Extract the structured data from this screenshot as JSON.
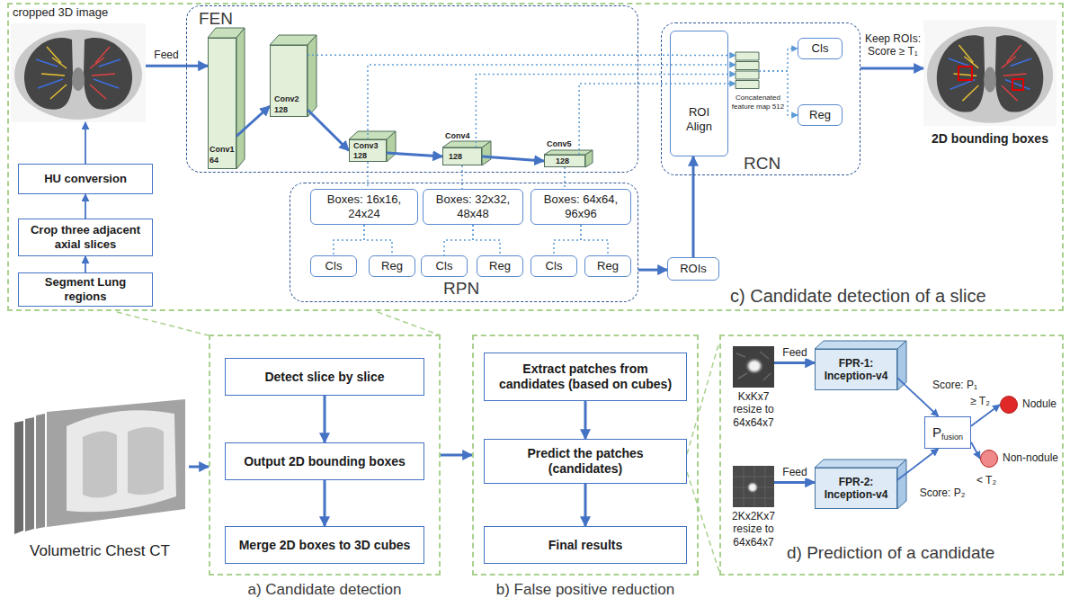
{
  "diagram": {
    "nodes": [
      {
        "text": [
          "c) Candidate detection of a slice"
        ]
      },
      {
        "text": [
          "cropped 3D image"
        ],
        "in": 0
      },
      {
        "text": [
          "HU conversion"
        ],
        "in": 0
      },
      {
        "text": [
          "Crop three adjacent axial slices"
        ],
        "in": 0
      },
      {
        "text": [
          "Segment Lung regions"
        ],
        "in": 0
      },
      {
        "text": [
          "FEN"
        ],
        "in": 0
      },
      {
        "text": [
          "Conv1",
          "64"
        ],
        "in": 5
      },
      {
        "text": [
          "Conv2",
          "128"
        ],
        "in": 5
      },
      {
        "text": [
          "Conv3",
          "128"
        ],
        "in": 5
      },
      {
        "text": [
          "Conv4",
          "128"
        ],
        "in": 5
      },
      {
        "text": [
          "Conv5",
          "128"
        ],
        "in": 5
      },
      {
        "text": [
          "RPN"
        ],
        "in": 0
      },
      {
        "text": [
          "Boxes: 16x16, 24x24"
        ],
        "in": 11
      },
      {
        "text": [
          "Cls"
        ],
        "in": 11
      },
      {
        "text": [
          "Reg"
        ],
        "in": 11
      },
      {
        "text": [
          "Boxes: 32x32, 48x48"
        ],
        "in": 11
      },
      {
        "text": [
          "Cls"
        ],
        "in": 11
      },
      {
        "text": [
          "Reg"
        ],
        "in": 11
      },
      {
        "text": [
          "Boxes: 64x64, 96x96"
        ],
        "in": 11
      },
      {
        "text": [
          "Cls"
        ],
        "in": 11
      },
      {
        "text": [
          "Reg"
        ],
        "in": 11
      },
      {
        "text": [
          "ROIs"
        ],
        "in": 0
      },
      {
        "text": [
          "RCN"
        ],
        "in": 0
      },
      {
        "text": [
          "ROI Align"
        ],
        "in": 22
      },
      {
        "text": [
          "Concatenated feature map 512"
        ],
        "in": 22
      },
      {
        "text": [
          "Cls"
        ],
        "in": 22
      },
      {
        "text": [
          "Reg"
        ],
        "in": 22
      },
      {
        "text": [
          "2D bounding boxes"
        ],
        "in": 0
      },
      {
        "text": [
          "Volumetric Chest CT"
        ]
      },
      {
        "text": [
          "a) Candidate detection"
        ]
      },
      {
        "text": [
          "Detect slice by slice"
        ],
        "in": 29
      },
      {
        "text": [
          "Output 2D bounding boxes"
        ],
        "in": 29
      },
      {
        "text": [
          "Merge 2D boxes to 3D cubes"
        ],
        "in": 29
      },
      {
        "text": [
          "b) False positive reduction"
        ]
      },
      {
        "text": [
          "Extract patches from candidates (based on cubes)"
        ],
        "in": 33
      },
      {
        "text": [
          "Predict the patches (candidates)"
        ],
        "in": 33
      },
      {
        "text": [
          "Final results"
        ],
        "in": 33
      },
      {
        "text": [
          "d) Prediction of a candidate"
        ]
      },
      {
        "text": [
          "KxKx7 resize to 64x64x7"
        ],
        "in": 37
      },
      {
        "text": [
          "FPR-1: Inception-v4"
        ],
        "in": 37
      },
      {
        "text": [
          "2Kx2Kx7 resize to 64x64x7"
        ],
        "in": 37
      },
      {
        "text": [
          "FPR-2: Inception-v4"
        ],
        "in": 37
      },
      {
        "text": [
          "P",
          "fusion"
        ],
        "in": 37
      },
      {
        "text": [
          "Nodule"
        ],
        "in": 37
      },
      {
        "text": [
          "Non-nodule"
        ],
        "in": 37
      }
    ],
    "edges": [
      {
        "from": 4,
        "to": 3,
        "arrow": "to"
      },
      {
        "from": 3,
        "to": 2,
        "arrow": "to"
      },
      {
        "from": 2,
        "to": 1,
        "arrow": "to"
      },
      {
        "from": 1,
        "to": 6,
        "label": "Feed",
        "arrow": "to"
      },
      {
        "from": 6,
        "to": 7,
        "arrow": "to"
      },
      {
        "from": 7,
        "to": 8,
        "arrow": "to"
      },
      {
        "from": 8,
        "to": 9,
        "arrow": "to"
      },
      {
        "from": 9,
        "to": 10,
        "arrow": "to"
      },
      {
        "from": 7,
        "to": 24,
        "arrow": "to"
      },
      {
        "from": 8,
        "to": 24,
        "arrow": "to"
      },
      {
        "from": 9,
        "to": 24,
        "arrow": "to"
      },
      {
        "from": 10,
        "to": 24,
        "arrow": "to"
      },
      {
        "from": 8,
        "to": 12,
        "arrow": "none"
      },
      {
        "from": 9,
        "to": 15,
        "arrow": "none"
      },
      {
        "from": 10,
        "to": 18,
        "arrow": "none"
      },
      {
        "from": 12,
        "to": 13,
        "arrow": "none"
      },
      {
        "from": 12,
        "to": 14,
        "arrow": "none"
      },
      {
        "from": 15,
        "to": 16,
        "arrow": "none"
      },
      {
        "from": 15,
        "to": 17,
        "arrow": "none"
      },
      {
        "from": 18,
        "to": 19,
        "arrow": "none"
      },
      {
        "from": 18,
        "to": 20,
        "arrow": "none"
      },
      {
        "from": 11,
        "to": 21,
        "arrow": "to"
      },
      {
        "from": 21,
        "to": 23,
        "arrow": "to"
      },
      {
        "from": 24,
        "to": 25,
        "arrow": "to"
      },
      {
        "from": 24,
        "to": 26,
        "arrow": "to"
      },
      {
        "from": 22,
        "to": 27,
        "label": "Keep ROIs: Score ≥ T₁",
        "arrow": "to"
      },
      {
        "from": 28,
        "to": 29,
        "arrow": "to"
      },
      {
        "from": 30,
        "to": 31,
        "arrow": "to"
      },
      {
        "from": 31,
        "to": 32,
        "arrow": "to"
      },
      {
        "from": 29,
        "to": 33,
        "arrow": "to"
      },
      {
        "from": 34,
        "to": 35,
        "arrow": "to"
      },
      {
        "from": 35,
        "to": 36,
        "arrow": "to"
      },
      {
        "from": 38,
        "to": 39,
        "label": "Feed",
        "arrow": "to"
      },
      {
        "from": 40,
        "to": 41,
        "label": "Feed",
        "arrow": "to"
      },
      {
        "from": 39,
        "to": 42,
        "label": "Score: P₁",
        "arrow": "to"
      },
      {
        "from": 41,
        "to": 42,
        "label": "Score: P₂",
        "arrow": "to"
      },
      {
        "from": 42,
        "to": 43,
        "label": "≥ T₂",
        "arrow": "to"
      },
      {
        "from": 42,
        "to": 44,
        "label": "< T₂",
        "arrow": "to"
      }
    ]
  }
}
